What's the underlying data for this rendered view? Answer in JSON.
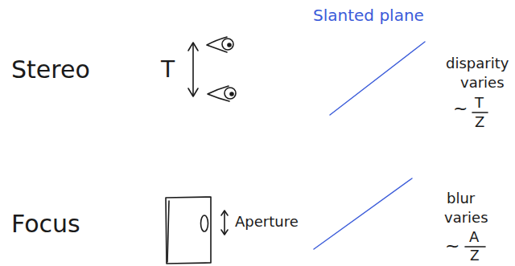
{
  "diagram": {
    "labels": [
      "Stereo",
      "T",
      "Slanted plane",
      "disparity",
      "varies",
      "~",
      "T",
      "Z",
      "Focus",
      "Aperture",
      "blur",
      "varies",
      "~",
      "A",
      "Z"
    ]
  }
}
